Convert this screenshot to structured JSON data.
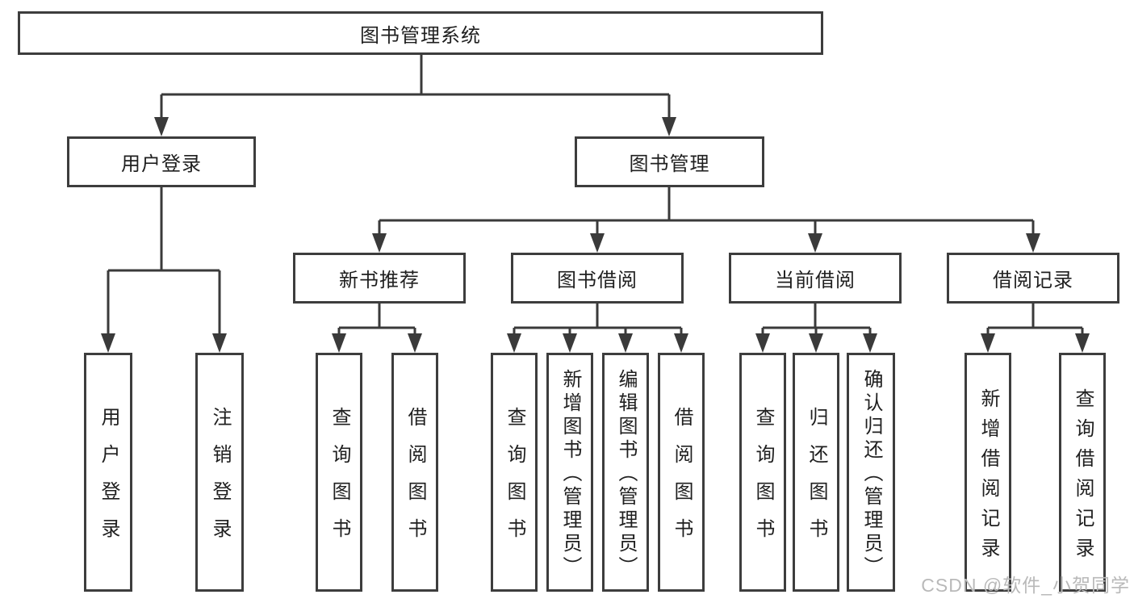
{
  "nodes": {
    "root": "图书管理系统",
    "user_login": "用户登录",
    "book_management": "图书管理",
    "new_book_recommend": "新书推荐",
    "book_borrow": "图书借阅",
    "current_borrow": "当前借阅",
    "borrow_record": "借阅记录",
    "ul_login": "用户登录",
    "ul_logout": "注销登录",
    "nb_query": "查询图书",
    "nb_borrow": "借阅图书",
    "bb_query": "查询图书",
    "bb_add": "新增图书（管理员）",
    "bb_edit": "编辑图书（管理员）",
    "bb_borrow": "借阅图书",
    "cb_query": "查询图书",
    "cb_return": "归还图书",
    "cb_confirm": "确认归还（管理员）",
    "br_add": "新增借阅记录",
    "br_query": "查询借阅记录"
  },
  "watermark": "CSDN @软件_小贺同学",
  "colors": {
    "line": "#3a3a3a",
    "box_border": "#3d3d3d",
    "text": "#1f1f1f",
    "watermark": "#b9b9b9"
  }
}
